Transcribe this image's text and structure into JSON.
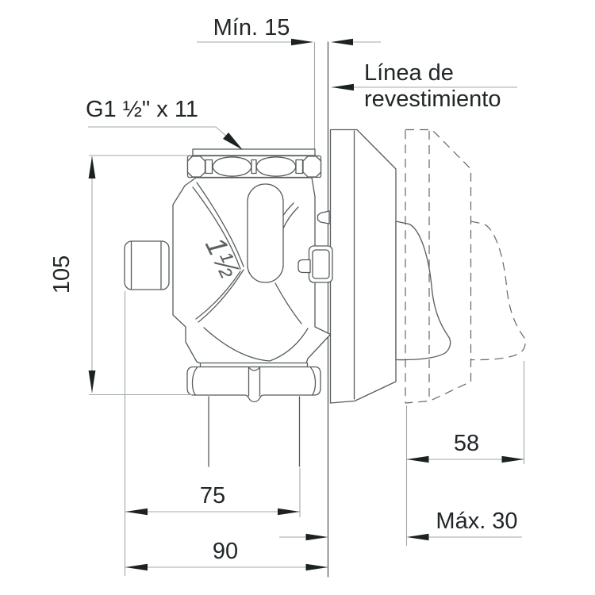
{
  "drawing": {
    "type": "technical-installation-diagram",
    "subject": "concealed flush valve side view with wall covering lines",
    "colors": {
      "background": "#ffffff",
      "outline": "#565c5e",
      "dimension_line": "#a2a8a8",
      "text": "#212628",
      "arrow": "#1c2122"
    }
  },
  "labels": {
    "thread_spec": "G1 ½\" x 11",
    "covering_line_1": "Línea de",
    "covering_line_2": "revestimiento",
    "body_marking": "1½"
  },
  "dimensions": {
    "min_wall_offset": "Mín. 15",
    "valve_height": "105",
    "depth_to_outlet": "75",
    "total_depth": "90",
    "trim_depth": "58",
    "max_covering": "Máx. 30"
  }
}
